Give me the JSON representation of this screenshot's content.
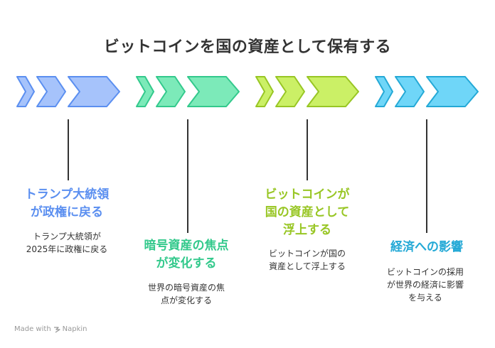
{
  "title": "ビットコインを国の資産として保有する",
  "stages": [
    {
      "title_lines": [
        "トランプ大統領",
        "が政権に戻る"
      ],
      "desc_lines": [
        "トランプ大統領が",
        "2025年に政権に戻る"
      ],
      "color": "#5b8ff0",
      "fill": "#a6c3fb",
      "icon": "chevron-arrows-icon"
    },
    {
      "title_lines": [
        "暗号資産の焦点",
        "が変化する"
      ],
      "desc_lines": [
        "世界の暗号資産の焦",
        "点が変化する"
      ],
      "color": "#33c98c",
      "fill": "#7ceab9",
      "icon": "chevron-arrows-icon"
    },
    {
      "title_lines": [
        "ビットコインが",
        "国の資産として",
        "浮上する"
      ],
      "desc_lines": [
        "ビットコインが国の",
        "資産として浮上する"
      ],
      "color": "#98c624",
      "fill": "#cbf066",
      "icon": "chevron-arrows-icon"
    },
    {
      "title_lines": [
        "経済への影響"
      ],
      "desc_lines": [
        "ビットコインの採用",
        "が世界の経済に影響",
        "を与える"
      ],
      "color": "#24a9d6",
      "fill": "#6fd6f8",
      "icon": "chevron-arrows-icon"
    }
  ],
  "footer": {
    "made_with": "Made with",
    "brand": "Napkin"
  }
}
